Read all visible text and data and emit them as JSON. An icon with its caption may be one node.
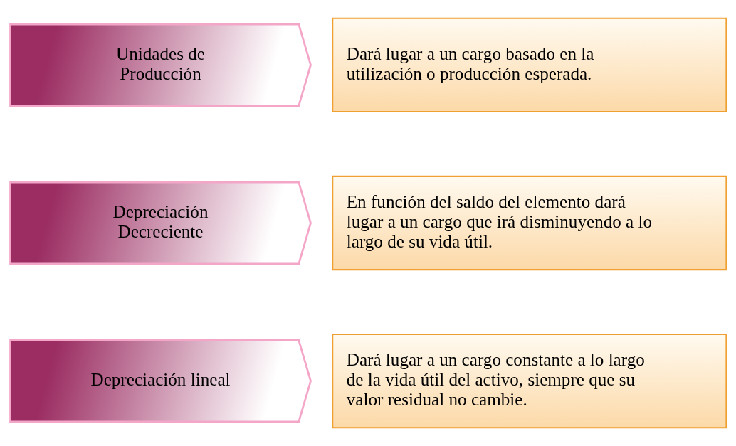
{
  "diagram": {
    "nodes": [
      {
        "text": [
          "Depreciación lineal"
        ]
      },
      {
        "text": [
          "Dará lugar a un cargo constante a lo largo de la vida útil del activo, siempre que su valor residual no cambie."
        ]
      },
      {
        "text": [
          "Depreciación Decreciente"
        ]
      },
      {
        "text": [
          "En función del saldo del elemento dará lugar a un cargo que irá disminuyendo a lo largo de su vida útil."
        ]
      },
      {
        "text": [
          "Unidades de Producción"
        ]
      },
      {
        "text": [
          "Dará lugar a un cargo basado en la utilización o producción esperada."
        ]
      }
    ],
    "edges": []
  }
}
